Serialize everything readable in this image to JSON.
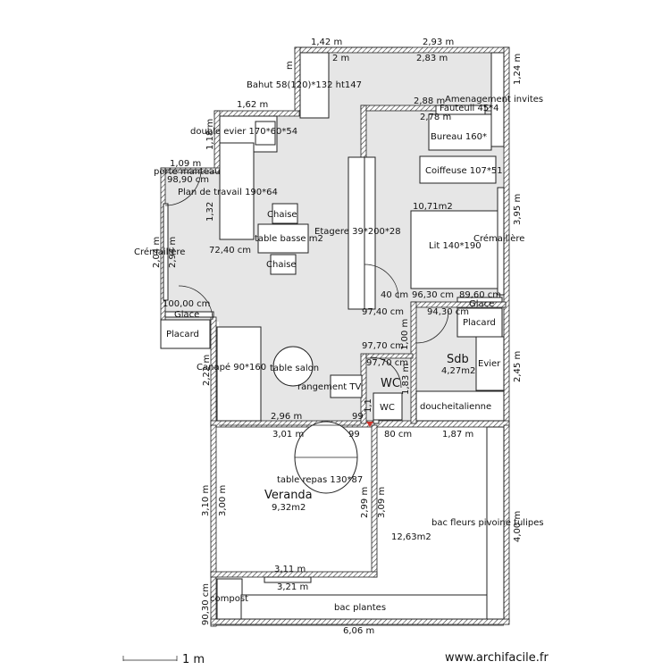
{
  "rooms": {
    "salon_area": "72,40 cm",
    "chambre_area": "10,71m2",
    "sdb_title": "Sdb",
    "sdb_area": "4,27m2",
    "wc_title": "WC",
    "veranda_title": "Veranda",
    "veranda_area": "9,32m2",
    "jardin_area": "12,63m2"
  },
  "furniture": {
    "bahut": "Bahut 58(120)*132 ht147",
    "amenagement": "Amenagement invites",
    "fauteuil": "Fauteuil 45*4",
    "bureau": "Bureau 160*",
    "double_evier": "double evier 170*60*54",
    "porte_manteau": "porte manteau",
    "plan_travail": "Plan de travail 190*64",
    "coiffeuse": "Coiffeuse 107*51",
    "etagere": "Etagere 39*200*28",
    "chaise": "Chaise",
    "table_basse": "table basse m2",
    "lit": "Lit 140*190",
    "cremaillere": "Crémaillère",
    "glace": "Glace",
    "placard": "Placard",
    "evier": "Evier",
    "canape": "Canapé 90*160",
    "table_salon": "table salon",
    "rangement": "rangement TV",
    "douche": "doucheitalienne",
    "table_repas": "table repas 130*87",
    "bac_fleurs": "bac fleurs pivoine tulipes",
    "compost": "compost",
    "bac_plantes": "bac plantes"
  },
  "dimensions": {
    "d_1_42": "1,42 m",
    "d_2_93": "2,93 m",
    "d_2m": "2 m",
    "d_2_83": "2,83 m",
    "d_1_24": "1,24 m",
    "d_2_88": "2,88 m",
    "d_2_78": "2,78 m",
    "d_1_62": "1,62 m",
    "d_1_18": "1,18 m",
    "d_1_09": "1,09 m",
    "d_98_90": "98,90 cm",
    "d_1_32": "1,32",
    "d_3_95": "3,95 m",
    "d_2_04": "2,04 m",
    "d_2_94": "2,94 m",
    "d_100": "100,00 cm",
    "d_40": "40 cm",
    "d_96_30": "96,30 cm",
    "d_89_60": "89,60 cm",
    "d_97_40": "97,40 cm",
    "d_94_30": "94,30 cm",
    "d_1_00": "1,00 m",
    "d_97_70a": "97,70 cm",
    "d_97_70b": "97,70 cm",
    "d_2_45": "2,45 m",
    "d_2_22": "2,22 m",
    "d_1_83": "1,83 m",
    "d_1_1": "1,1",
    "d_2_96": "2,96 m",
    "d_99a": "99",
    "d_3_01": "3,01 m",
    "d_99b": "99",
    "d_80": "80 cm",
    "d_1_87": "1,87 m",
    "d_3_10": "3,10 m",
    "d_3_00": "3,00 m",
    "d_2_99": "2,99 m",
    "d_3_09": "3,09 m",
    "d_4_00": "4,00 m",
    "d_3_11": "3,11 m",
    "d_3_21": "3,21 m",
    "d_90_30": "90,30 cm",
    "d_6_06": "6,06 m"
  },
  "footer": {
    "scale_label": "1 m",
    "credit": "www.archifacile.fr"
  }
}
